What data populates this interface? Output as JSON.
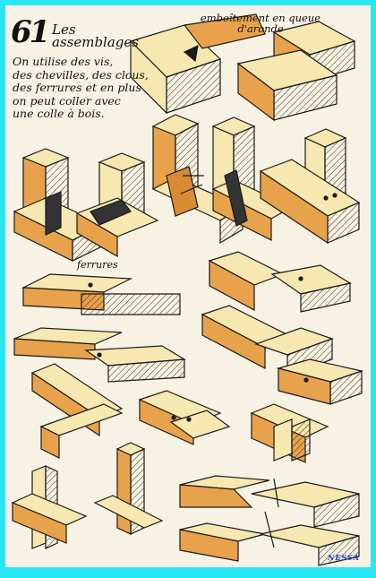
{
  "page": {
    "number": "61",
    "title_lines": [
      "Les",
      "assemblages"
    ],
    "description_lines": [
      "On utilise des vis,",
      "des chevilles, des clous,",
      "des ferrures et en plus",
      "on peut coller avec",
      "une colle à bois."
    ],
    "label_top_lines": [
      "emboîtement en queue",
      "d'aronde"
    ],
    "label_ferrures": "ferrures",
    "signature": "NESSA"
  },
  "colors": {
    "frame": "#27e8f2",
    "paper": "#f7f2e4",
    "wood_light": "#f6e8b0",
    "wood_orange": "#e9a24c",
    "wood_end": "#d98a35",
    "ink": "#1a1a1a"
  },
  "icons": [
    "screw-icon",
    "metal-bracket-icon",
    "wood-joint-illustration"
  ]
}
